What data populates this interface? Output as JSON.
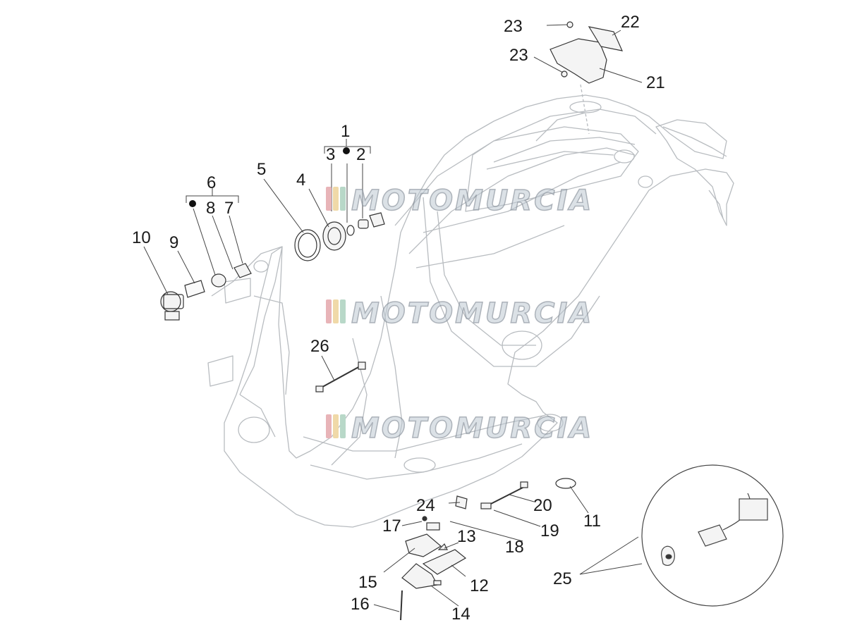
{
  "labels": {
    "l1": "1",
    "l2": "2",
    "l3": "3",
    "l4": "4",
    "l5": "5",
    "l6": "6",
    "l7": "7",
    "l8": "8",
    "l9": "9",
    "l10": "10",
    "l11": "11",
    "l12": "12",
    "l13": "13",
    "l14": "14",
    "l15": "15",
    "l16": "16",
    "l17": "17",
    "l18": "18",
    "l19": "19",
    "l20": "20",
    "l21": "21",
    "l22": "22",
    "l23a": "23",
    "l23b": "23",
    "l24": "24",
    "l25": "25",
    "l26": "26"
  },
  "watermark": {
    "text": "MOTOMURCIA",
    "stripe_colors": [
      "#e8b4b8",
      "#f0d9a8",
      "#b8d8c8"
    ]
  }
}
